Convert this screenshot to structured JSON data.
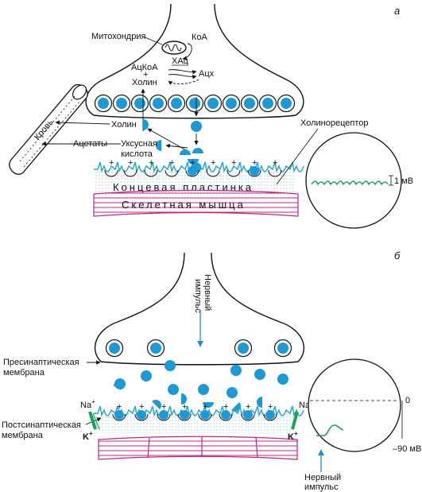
{
  "panel_a": {
    "letter": "а",
    "labels": {
      "mitochondria": "Митохондрия",
      "coa": "КоА",
      "chat": "ХАц",
      "acetylcoa": "АцКоА",
      "plus": "+",
      "choline_top": "Холин",
      "ach": "Ацх",
      "choline_left": "Холин",
      "acetic_acid_line1": "Уксусная",
      "acetic_acid_line2": "кислота",
      "acetates": "Ацетаты",
      "blood": "Кровь",
      "cholinoreceptor": "Холинорецептор",
      "end_plate": "Концевая пластинка",
      "skeletal_muscle": "Скелетная мышца",
      "scale": "1 мВ"
    }
  },
  "panel_b": {
    "letter": "б",
    "labels": {
      "nerve_impulse_line1": "Нервный",
      "nerve_impulse_line2": "импульс",
      "presynaptic_line1": "Пресинаптическая",
      "presynaptic_line2": "мембрана",
      "postsynaptic_line1": "Постсинаптическая",
      "postsynaptic_line2": "мембрана",
      "na": "Na",
      "k": "K",
      "zero": "0",
      "minus90": "–90 мВ",
      "nerve_impulse_bottom_line1": "Нервный",
      "nerve_impulse_bottom_line2": "импульс"
    }
  },
  "colors": {
    "vesicle": "#1b9ad6",
    "membrane": "#2aa9c9",
    "muscle": "#c0228a",
    "trace": "#1aa35a",
    "impulse_arrow": "#1a8fd0"
  }
}
